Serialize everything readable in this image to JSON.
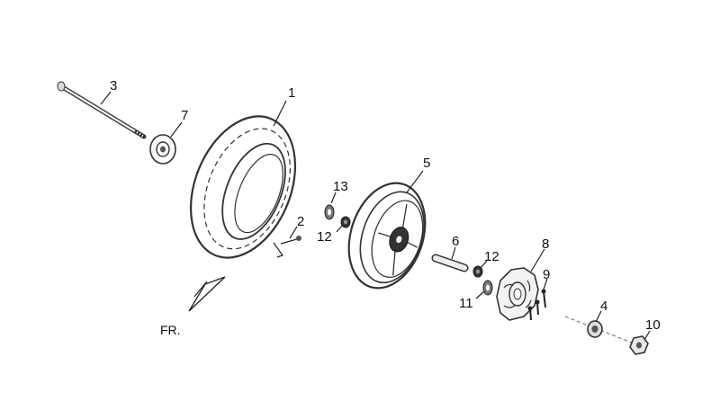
{
  "diagram": {
    "direction_label": "FR.",
    "callouts": [
      "1",
      "2",
      "3",
      "4",
      "5",
      "6",
      "7",
      "8",
      "9",
      "10",
      "11",
      "12",
      "12",
      "13"
    ]
  }
}
